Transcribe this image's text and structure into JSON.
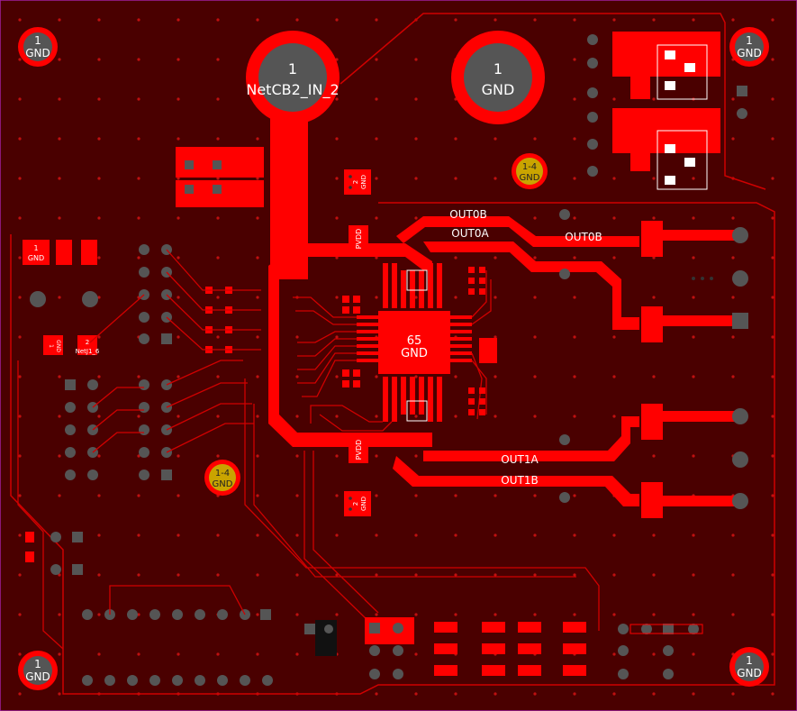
{
  "board": {
    "colors": {
      "background": "#4a0000",
      "copper": "#ff0000",
      "trace": "#e00000",
      "drill": "#555555",
      "via_ring": "#cc0000",
      "gold": "#c9a400",
      "outline": "#a020a0"
    }
  },
  "pads": {
    "gnd_tl": {
      "num": "1",
      "net": "GND"
    },
    "gnd_tr": {
      "num": "1",
      "net": "GND"
    },
    "gnd_bl": {
      "num": "1",
      "net": "GND"
    },
    "gnd_br": {
      "num": "1",
      "net": "GND"
    },
    "netcb2": {
      "num": "1",
      "net": "NetCB2_IN_2"
    },
    "gnd_big": {
      "num": "1",
      "net": "GND"
    },
    "gold_top": {
      "num": "1-4",
      "net": "GND"
    },
    "gold_left": {
      "num": "1-4",
      "net": "GND"
    }
  },
  "small_labels": {
    "gnd_small_a": "1",
    "gnd_small_a_net": "GND",
    "netj1_num": "2",
    "netj1_net": "NetJ1_6",
    "gnd_vert": "GND",
    "gnd_vert_num": "1",
    "pvdd_top": "PVDD",
    "pvdd_bottom": "PVDD",
    "gnd_vert_top": "GND",
    "gnd_vert_top_num": "2",
    "gnd_vert_bottom": "GND",
    "gnd_vert_bottom_num": "2",
    "chip_num": "65",
    "chip_net": "GND"
  },
  "nets": {
    "out0b_a": "OUT0B",
    "out0a": "OUT0A",
    "out0b_b": "OUT0B",
    "out1a": "OUT1A",
    "out1b": "OUT1B"
  }
}
